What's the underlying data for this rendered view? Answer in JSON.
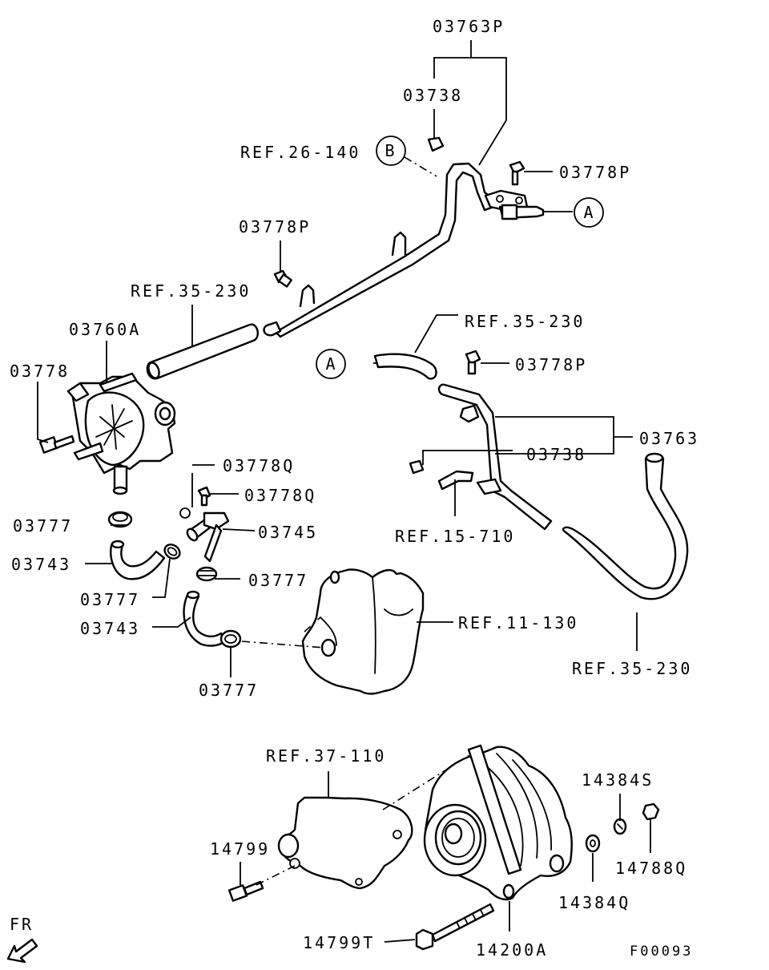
{
  "diagram_id": "F00093",
  "callouts": {
    "c1": "03763P",
    "c2": "03738",
    "c3": "REF.26-140",
    "c4": "B",
    "c5": "03778P",
    "c6": "A",
    "c7": "03778P",
    "c8": "REF.35-230",
    "c9": "03760A",
    "c10": "03778",
    "c11": "REF.35-230",
    "c12": "A",
    "c13": "03778P",
    "c14": "03763",
    "c15": "03738",
    "c16": "REF.15-710",
    "c17": "03778Q",
    "c18": "03778Q",
    "c19": "03777",
    "c20": "03745",
    "c21": "03743",
    "c22": "03777",
    "c23": "03777",
    "c24": "03743",
    "c25": "REF.11-130",
    "c26": "REF.35-230",
    "c27": "03777",
    "c28": "REF.37-110",
    "c29": "14384S",
    "c30": "14799",
    "c31": "14788Q",
    "c32": "14384Q",
    "c33": "14799T",
    "c34": "14200A",
    "direction": "FR"
  }
}
